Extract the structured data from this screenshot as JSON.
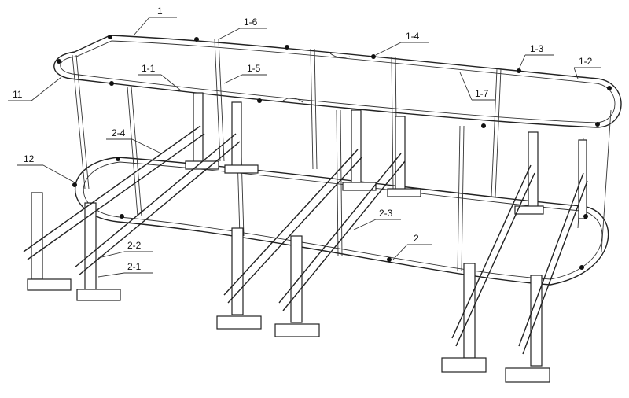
{
  "figure": {
    "labels": {
      "l1": "1",
      "l1_6": "1-6",
      "l1_4": "1-4",
      "l1_3": "1-3",
      "l1_2": "1-2",
      "l11": "11",
      "l1_1": "1-1",
      "l1_5": "1-5",
      "l1_7": "1-7",
      "l2_4": "2-4",
      "l12": "12",
      "l2_3": "2-3",
      "l2": "2",
      "l2_2": "2-2",
      "l2_1": "2-1"
    }
  }
}
